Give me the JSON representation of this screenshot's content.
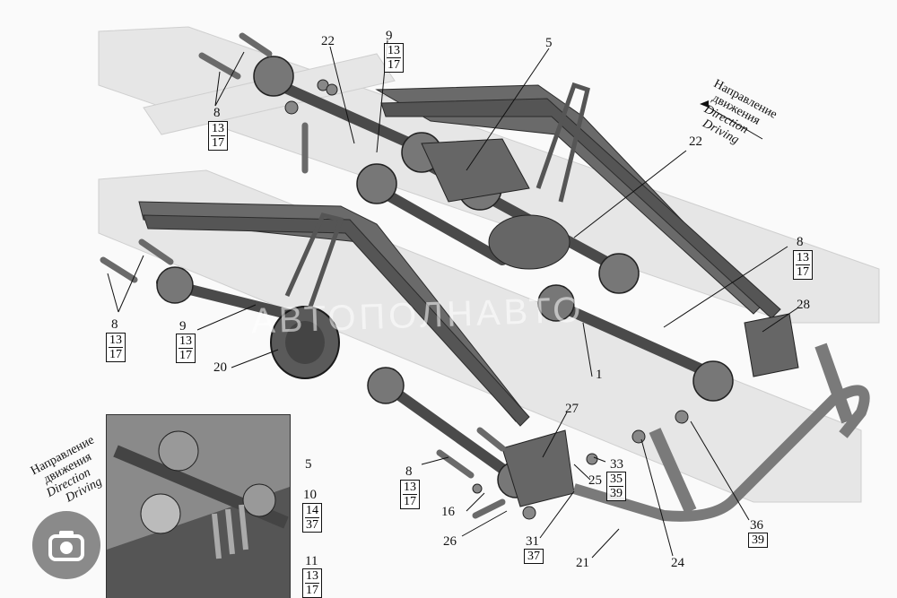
{
  "labels": {
    "n22a": "22",
    "n9a": "9",
    "n9a_box": [
      "13",
      "17"
    ],
    "n5": "5",
    "n8a": "8",
    "n8a_box": [
      "13",
      "17"
    ],
    "n22b": "22",
    "n8b": "8",
    "n8b_box": [
      "13",
      "17"
    ],
    "n9b": "9",
    "n9b_box": [
      "13",
      "17"
    ],
    "n20": "20",
    "n8c": "8",
    "n8c_box": [
      "13",
      "17"
    ],
    "n1": "1",
    "n28": "28",
    "n27": "27",
    "n8d": "8",
    "n8d_box": [
      "13",
      "17"
    ],
    "n16": "16",
    "n25": "25",
    "n33": "33",
    "n33_box": [
      "35",
      "39"
    ],
    "n26": "26",
    "n31": "31",
    "n31_box": [
      "37"
    ],
    "n21": "21",
    "n24": "24",
    "n36": "36",
    "n36_box": [
      "39"
    ]
  },
  "direction_main": {
    "ru1": "Направление",
    "ru2": "движения",
    "en1": "Direction",
    "en2": "Driving"
  },
  "direction_inset": {
    "ru1": "Направление",
    "ru2": "движения",
    "en1": "Direction",
    "en2": "Driving"
  },
  "inset": {
    "n5": "5",
    "n10": "10",
    "n10_box": [
      "14",
      "37"
    ],
    "n11": "11",
    "n11_box": [
      "13",
      "17"
    ]
  },
  "watermark": "АВТОПОЛНАВТО",
  "colors": {
    "part": "#6f6f6f",
    "dark": "#333333",
    "frame": "#e2e2e2",
    "ink": "#111111"
  }
}
